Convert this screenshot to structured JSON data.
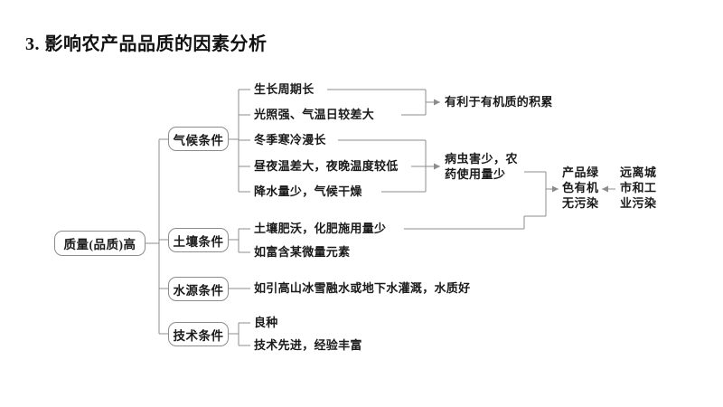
{
  "title": "3. 影响农产品品质的因素分析",
  "root": {
    "label": "质量(品质)高"
  },
  "branches": [
    {
      "key": "climate",
      "label": "气候条件",
      "items": [
        "生长周期长",
        "光照强、气温日较差大",
        "冬季寒冷漫长",
        "昼夜温差大，夜晚温度较低",
        "降水量少，气候干燥"
      ]
    },
    {
      "key": "soil",
      "label": "土壤条件",
      "items": [
        "土壤肥沃，化肥施用量少",
        "如富含某微量元素"
      ]
    },
    {
      "key": "water",
      "label": "水源条件",
      "items": [
        "如引高山冰雪融水或地下水灌溉，水质好"
      ]
    },
    {
      "key": "technology",
      "label": "技术条件",
      "items": [
        "良种",
        "技术先进，经验丰富"
      ]
    }
  ],
  "outcomes": {
    "organic_matter": "有利于有机质的积累",
    "fewer_pests": "病虫害少，农\n药使用量少",
    "green_product": "产品绿\n色有机\n无污染",
    "away_from_pollution": "远离城\n市和工\n业污染"
  },
  "colors": {
    "line": "#8c8c8c",
    "text": "#1a1a1a",
    "background": "#ffffff"
  }
}
